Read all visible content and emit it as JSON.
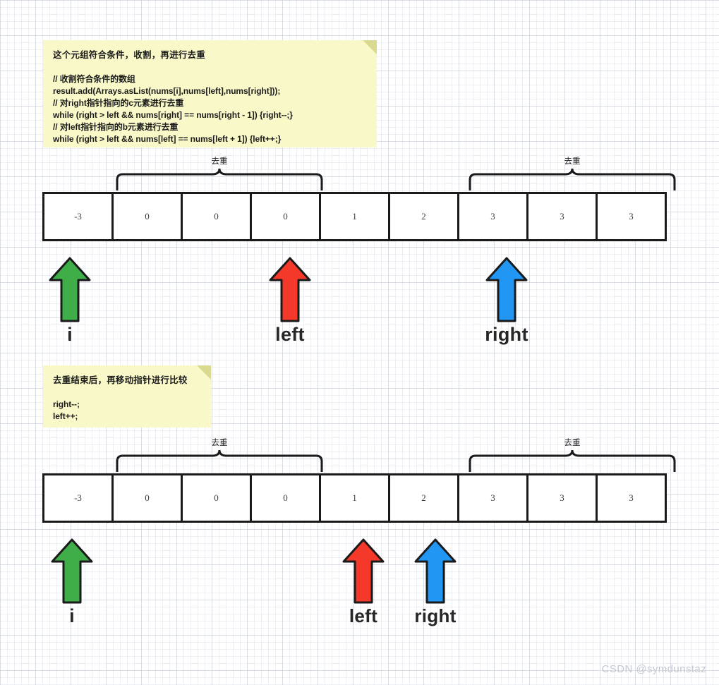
{
  "notes": [
    {
      "id": "note-1",
      "title": "这个元组符合条件，收割，再进行去重",
      "lines": [
        "// 收割符合条件的数组",
        "result.add(Arrays.asList(nums[i],nums[left],nums[right]));",
        "// 对right指针指向的c元素进行去重",
        "while (right > left && nums[right] == nums[right - 1]) {right--;}",
        "// 对left指针指向的b元素进行去重",
        "while (right > left && nums[left] == nums[left + 1]) {left++;}"
      ]
    },
    {
      "id": "note-2",
      "title": "去重结束后，再移动指针进行比较",
      "lines": [
        "right--;",
        "left++;"
      ]
    }
  ],
  "arrays": [
    {
      "id": "array-1",
      "values": [
        "-3",
        "0",
        "0",
        "0",
        "1",
        "2",
        "3",
        "3",
        "3"
      ]
    },
    {
      "id": "array-2",
      "values": [
        "-3",
        "0",
        "0",
        "0",
        "1",
        "2",
        "3",
        "3",
        "3"
      ]
    }
  ],
  "braces": [
    {
      "id": "brace-1-left",
      "label": "去重"
    },
    {
      "id": "brace-1-right",
      "label": "去重"
    },
    {
      "id": "brace-2-left",
      "label": "去重"
    },
    {
      "id": "brace-2-right",
      "label": "去重"
    }
  ],
  "pointers": [
    {
      "id": "pointer-1-i",
      "label": "i",
      "color": "#3fae49"
    },
    {
      "id": "pointer-1-left",
      "label": "left",
      "color": "#f4392b"
    },
    {
      "id": "pointer-1-right",
      "label": "right",
      "color": "#2196f3"
    },
    {
      "id": "pointer-2-i",
      "label": "i",
      "color": "#3fae49"
    },
    {
      "id": "pointer-2-left",
      "label": "left",
      "color": "#f4392b"
    },
    {
      "id": "pointer-2-right",
      "label": "right",
      "color": "#2196f3"
    }
  ],
  "watermark": "CSDN @symdunstaz",
  "colors": {
    "green": "#3fae49",
    "red": "#f4392b",
    "blue": "#2196f3",
    "note_bg": "#f8f8c8",
    "note_fold": "#d9d98f",
    "cell_border": "#1a1a1a",
    "watermark": "#c3c8d2"
  }
}
